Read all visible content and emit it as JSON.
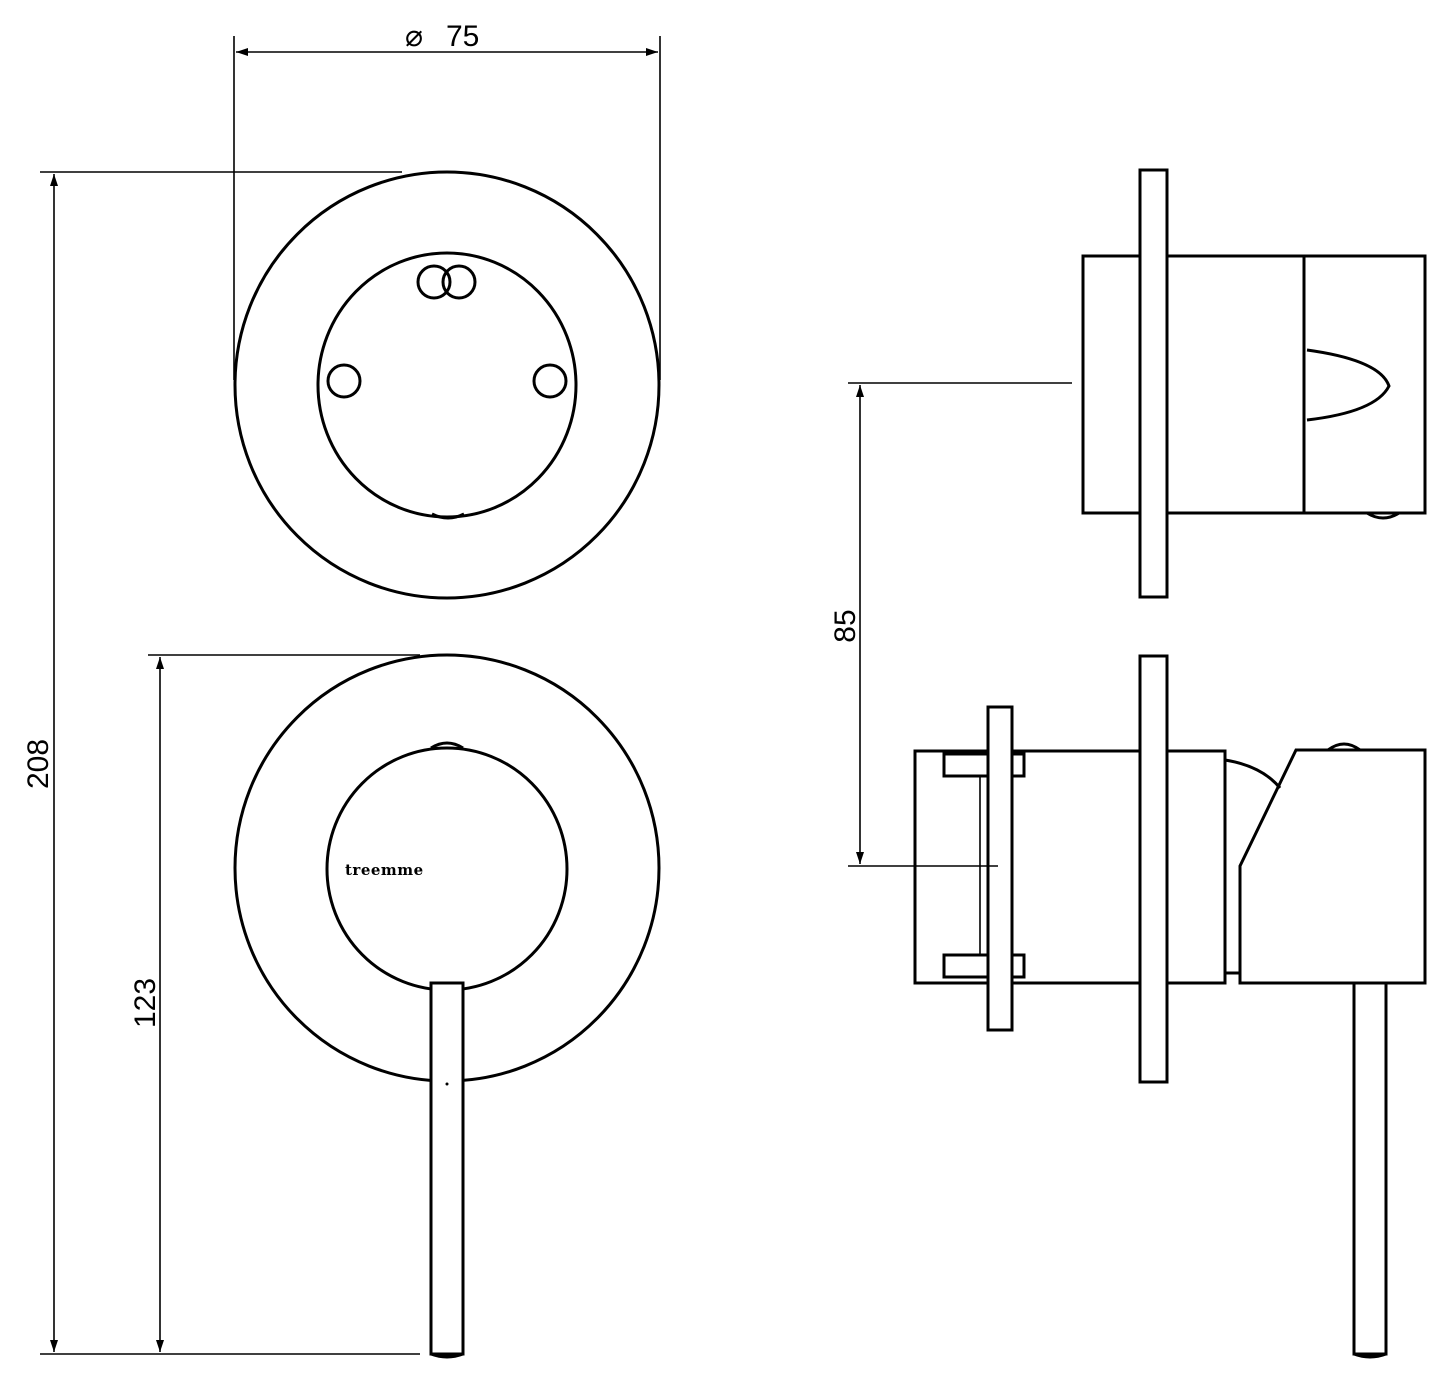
{
  "dimensions": {
    "diameter_symbol": "⌀",
    "diameter_value": "75",
    "total_height": "208",
    "lever_height": "123",
    "depth_offset": "85"
  },
  "logo": {
    "brand_text": "treemme"
  },
  "colors": {
    "stroke": "#000000",
    "background": "#ffffff"
  }
}
